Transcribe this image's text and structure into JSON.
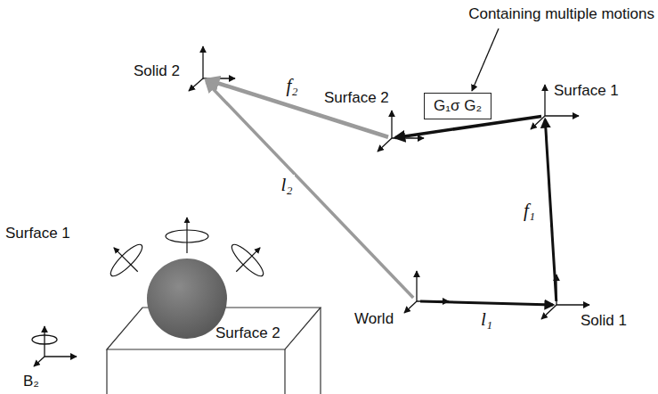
{
  "diagram": {
    "nodes": [
      {
        "text": [
          "Solid 2"
        ]
      },
      {
        "text": [
          "Surface 2"
        ]
      },
      {
        "text": [
          "G₁σ G₂"
        ]
      },
      {
        "text": [
          "Surface 1"
        ]
      },
      {
        "text": [
          "World"
        ]
      },
      {
        "text": [
          "Solid 1"
        ]
      }
    ],
    "edges": [
      {
        "from": 1,
        "to": 0,
        "arrow": "to",
        "label": "f₂"
      },
      {
        "from": 4,
        "to": 0,
        "arrow": "to",
        "label": "l₂"
      },
      {
        "from": 4,
        "to": 5,
        "arrow": "to",
        "label": "l₁"
      },
      {
        "from": 5,
        "to": 3,
        "arrow": "to",
        "label": "f₁"
      },
      {
        "from": 3,
        "to": 1,
        "arrow": "to"
      }
    ],
    "labels": [
      "Containing multiple motions",
      "Surface 1",
      "Surface 2",
      "B₂"
    ]
  }
}
